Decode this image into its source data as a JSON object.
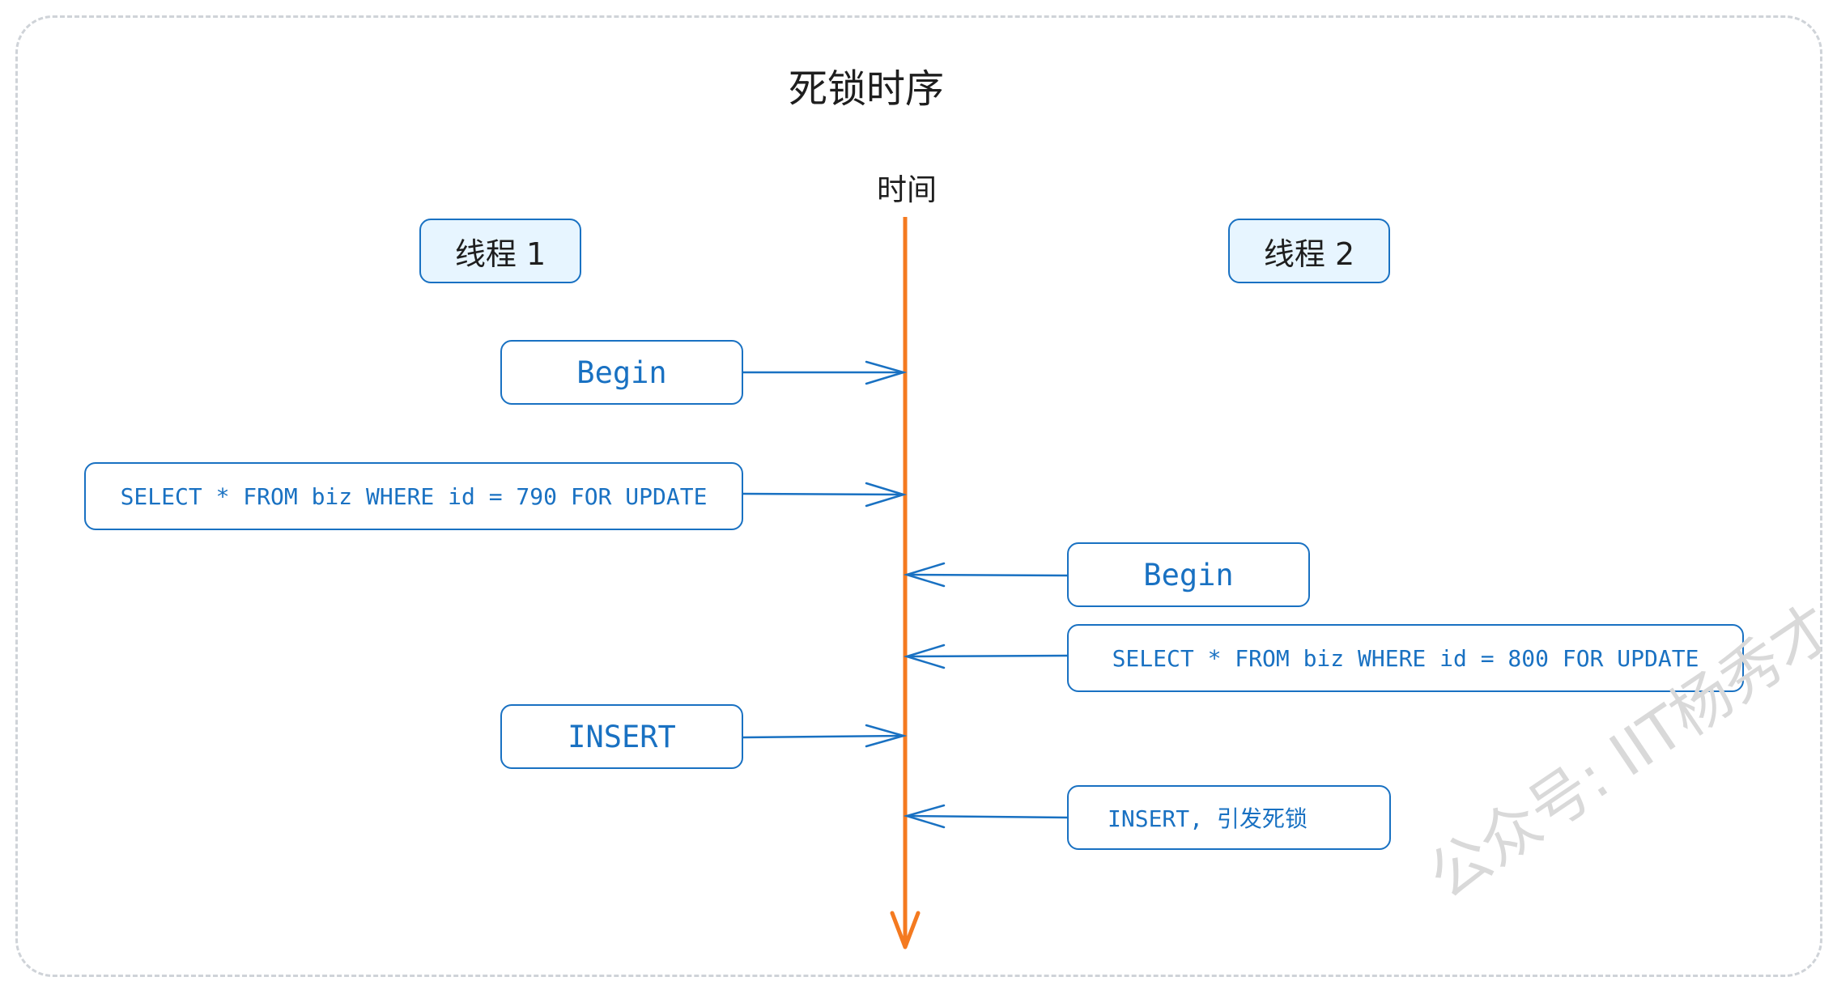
{
  "title": "死锁时序",
  "timeline_label": "时间",
  "threads": {
    "thread1": "线程 1",
    "thread2": "线程 2"
  },
  "steps": [
    {
      "thread": 1,
      "text": "Begin"
    },
    {
      "thread": 1,
      "text": "SELECT * FROM biz WHERE id = 790 FOR UPDATE"
    },
    {
      "thread": 2,
      "text": "Begin"
    },
    {
      "thread": 2,
      "text": "SELECT * FROM biz WHERE id = 800 FOR UPDATE"
    },
    {
      "thread": 1,
      "text": "INSERT"
    },
    {
      "thread": 2,
      "text": "INSERT, 引发死锁"
    }
  ],
  "watermark": "公众号: IIT杨秀才",
  "colors": {
    "timeline": "#f47a20",
    "box_border": "#1971c2",
    "box_text": "#1971c2",
    "thread_fill": "#e7f5ff",
    "frame": "#cfd3d8"
  }
}
